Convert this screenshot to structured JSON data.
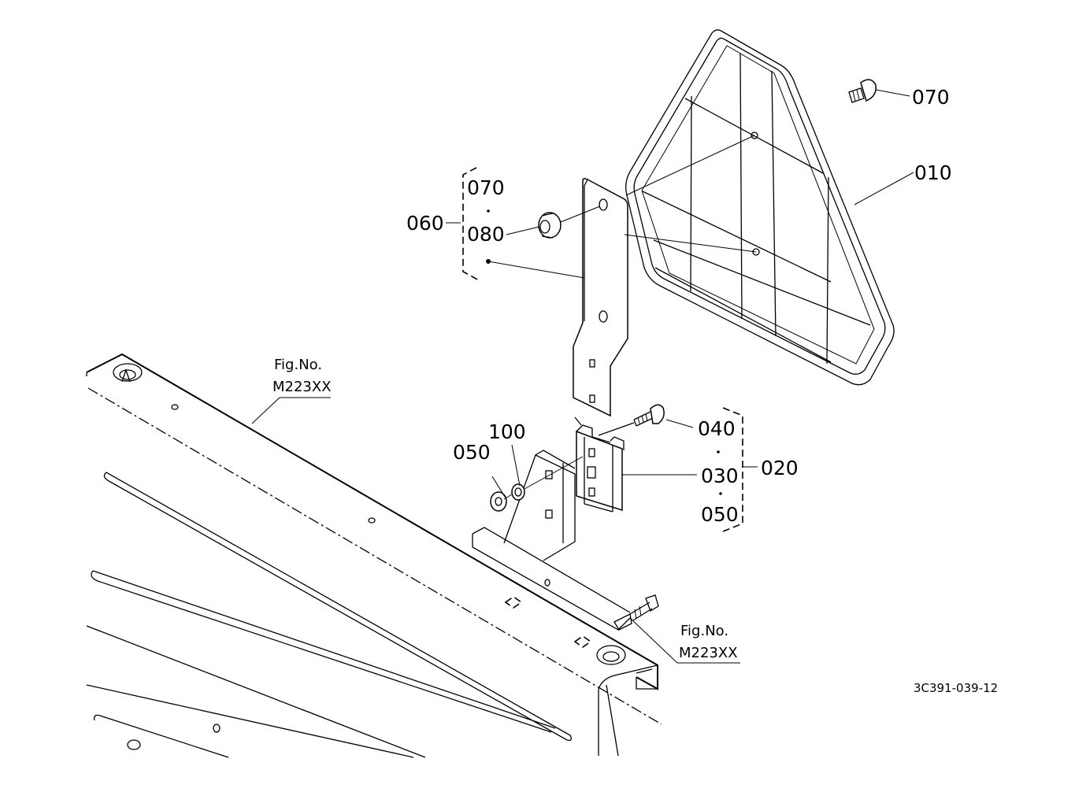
{
  "diagram": {
    "callouts": {
      "c010": "010",
      "c020": "020",
      "c030": "030",
      "c040": "040",
      "c050_right": "050",
      "c050_left": "050",
      "c060": "060",
      "c070_top": "070",
      "c070_group": "070",
      "c080": "080",
      "c100": "100"
    },
    "figure_refs": {
      "upper": {
        "line1": "Fig.No.",
        "line2": "M223XX"
      },
      "lower": {
        "line1": "Fig.No.",
        "line2": "M223XX"
      }
    },
    "drawing_code": "3C391-039-12"
  }
}
